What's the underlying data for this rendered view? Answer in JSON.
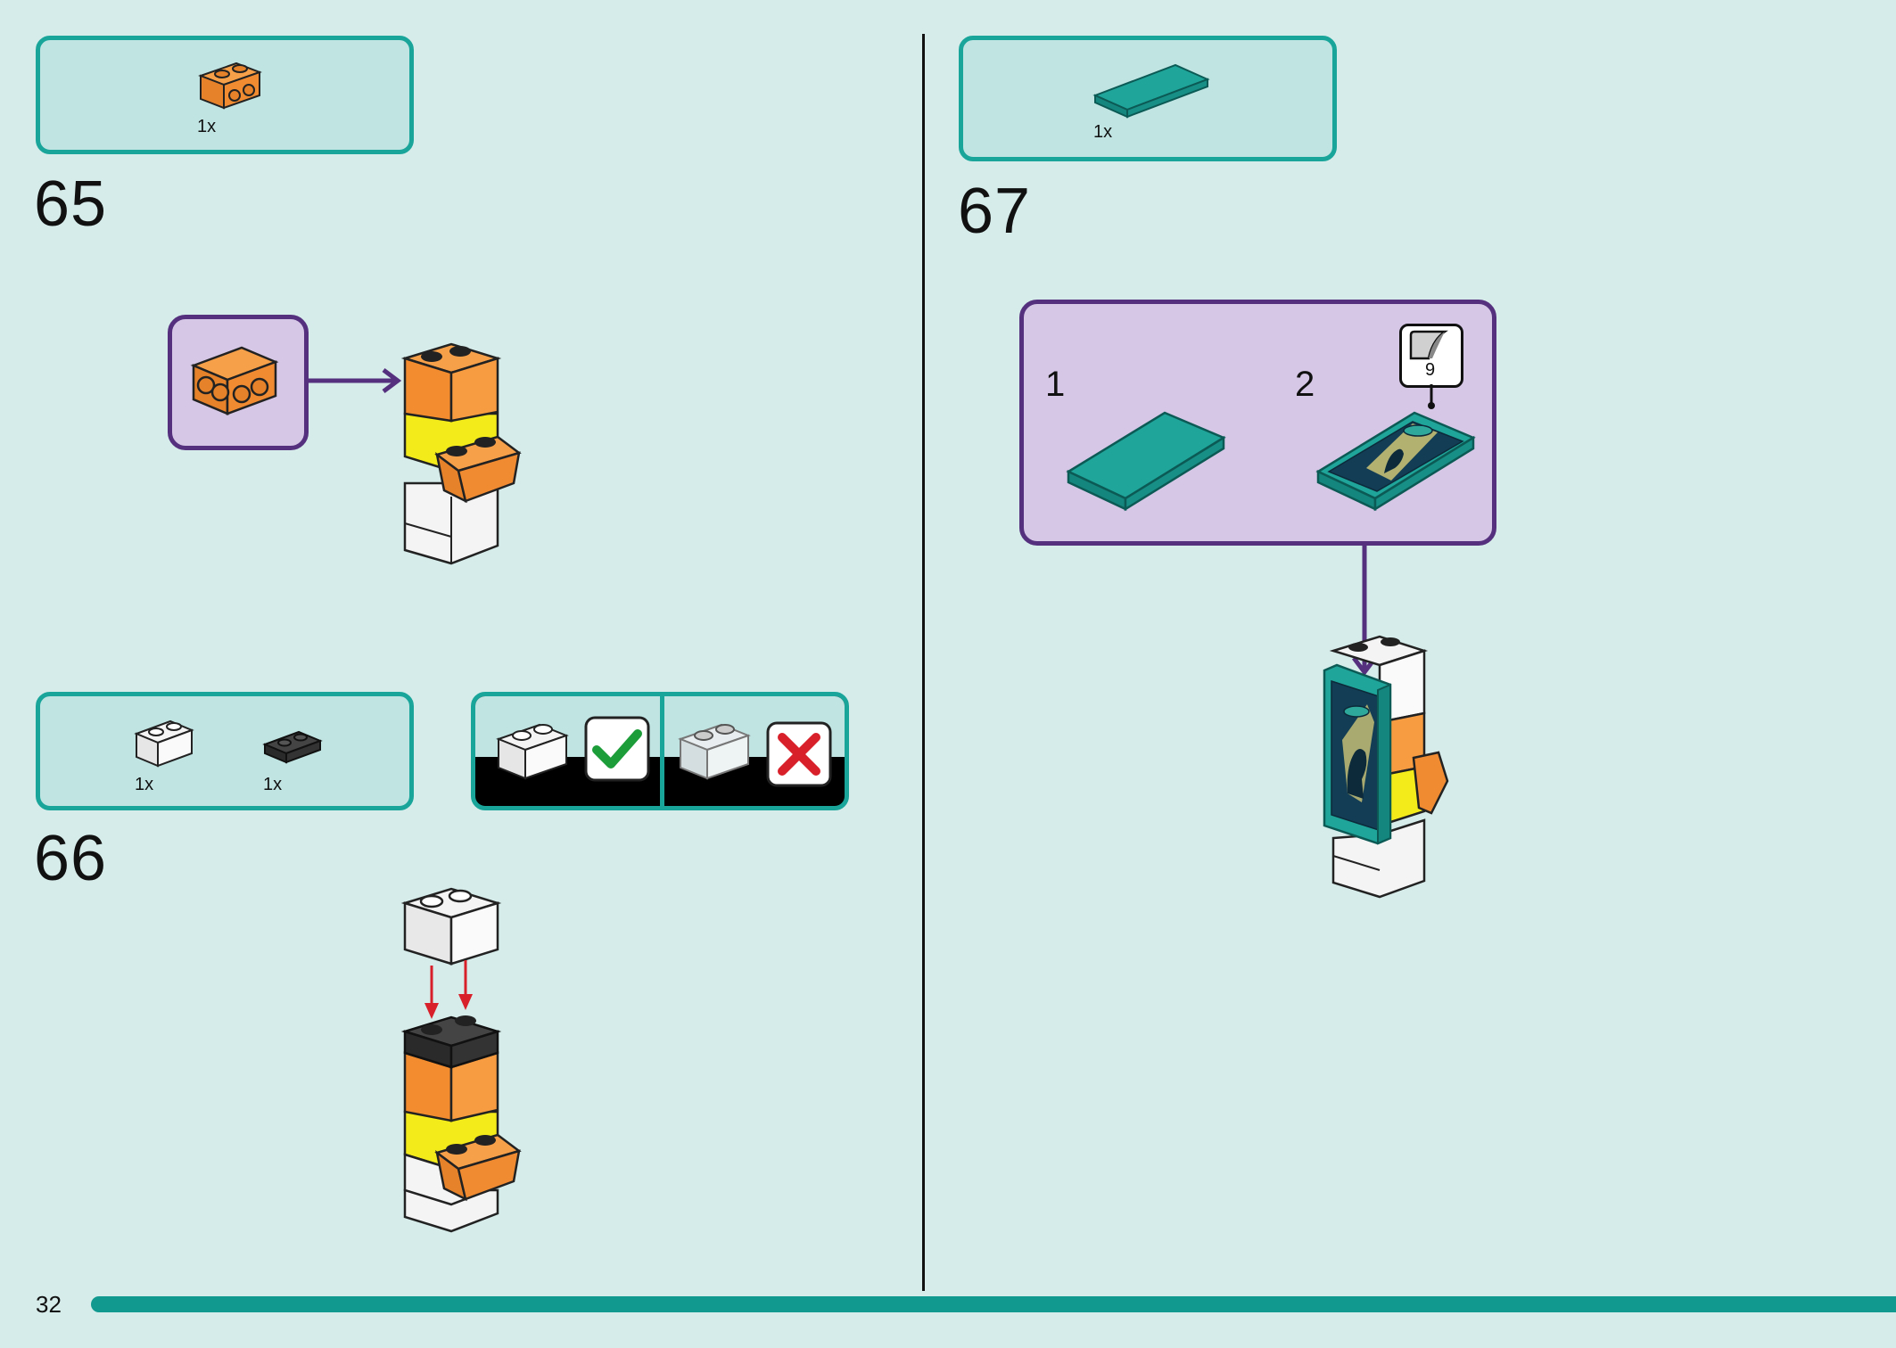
{
  "page": {
    "number": "32",
    "progress_color": "#119990"
  },
  "colors": {
    "background": "#d5ecea",
    "parts_box_fill": "#bfe4e2",
    "parts_box_border": "#19a59a",
    "sub_box_fill": "#d6c7e6",
    "sub_box_border": "#55307e"
  },
  "steps": [
    {
      "number": "65",
      "parts": [
        {
          "part": "orange-brick-2x1-side-studs",
          "qty": "1x"
        }
      ]
    },
    {
      "number": "66",
      "parts": [
        {
          "part": "white-brick-2x1",
          "qty": "1x"
        },
        {
          "part": "black-plate-2x1",
          "qty": "1x"
        }
      ],
      "tips": [
        {
          "part": "white-brick",
          "status": "correct",
          "icon": "checkmark-icon"
        },
        {
          "part": "transparent-brick",
          "status": "wrong",
          "icon": "cross-icon"
        }
      ]
    },
    {
      "number": "67",
      "parts": [
        {
          "part": "teal-tile-4x2",
          "qty": "1x"
        }
      ],
      "substeps": [
        {
          "number": "1"
        },
        {
          "number": "2",
          "sticker": "9"
        }
      ]
    }
  ]
}
